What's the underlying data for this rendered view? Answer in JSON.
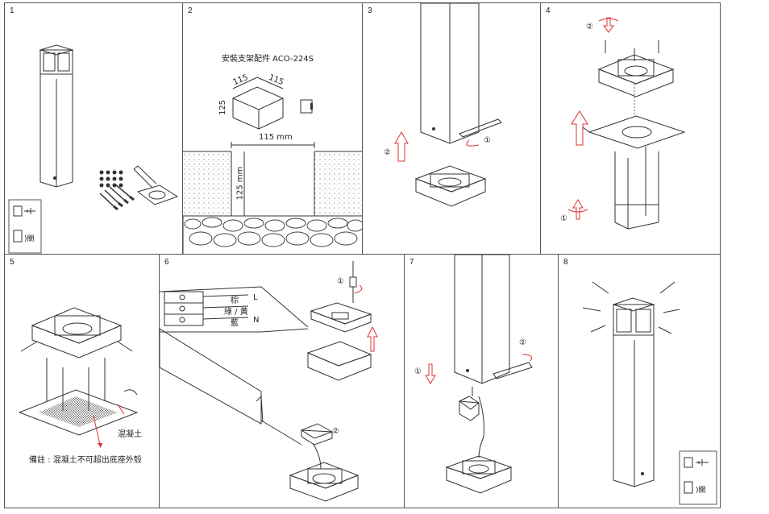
{
  "panels": [
    {
      "num": "1"
    },
    {
      "num": "2"
    },
    {
      "num": "3"
    },
    {
      "num": "4"
    },
    {
      "num": "5"
    },
    {
      "num": "6"
    },
    {
      "num": "7"
    },
    {
      "num": "8"
    }
  ],
  "step1": {
    "switch_label": ")關"
  },
  "step2": {
    "title": "安裝支架配件 ACO-224S",
    "dim_a": "115",
    "dim_b": "115",
    "dim_h": "125",
    "width": "115 mm",
    "depth": "125 mm"
  },
  "step3": {
    "m1": "①",
    "m2": "②"
  },
  "step4": {
    "m1": "①",
    "m2": "②"
  },
  "step5": {
    "concrete": "混凝土",
    "note": "備註 : 混凝土不可超出底座外殼"
  },
  "step6": {
    "brown": "棕",
    "green_yellow": "綠 / 黃",
    "blue": "藍",
    "L": "L",
    "N": "N",
    "m1": "①",
    "m2": "②"
  },
  "step7": {
    "m1": "①",
    "m2": "②"
  },
  "step8": {
    "switch_label": ")關"
  }
}
